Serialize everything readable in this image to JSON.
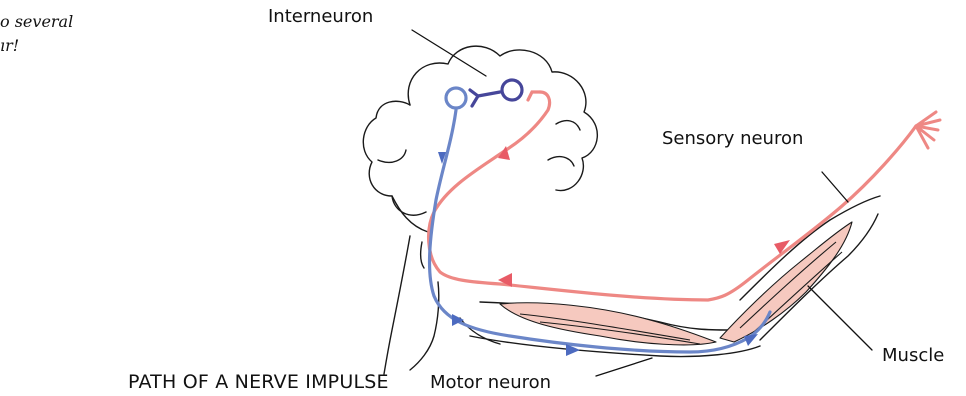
{
  "note": {
    "line1": "o several",
    "line2": "ır!"
  },
  "labels": {
    "interneuron": "Interneuron",
    "sensory_neuron": "Sensory neuron",
    "muscle": "Muscle",
    "motor_neuron": "Motor neuron"
  },
  "caption": "PATH OF A NERVE IMPULSE",
  "colors": {
    "sensory": "#ee8884",
    "motor": "#6b86c8",
    "interneuron": "#46469a",
    "muscle_fill": "#f6c9bf",
    "outline": "#1a1a1a"
  }
}
